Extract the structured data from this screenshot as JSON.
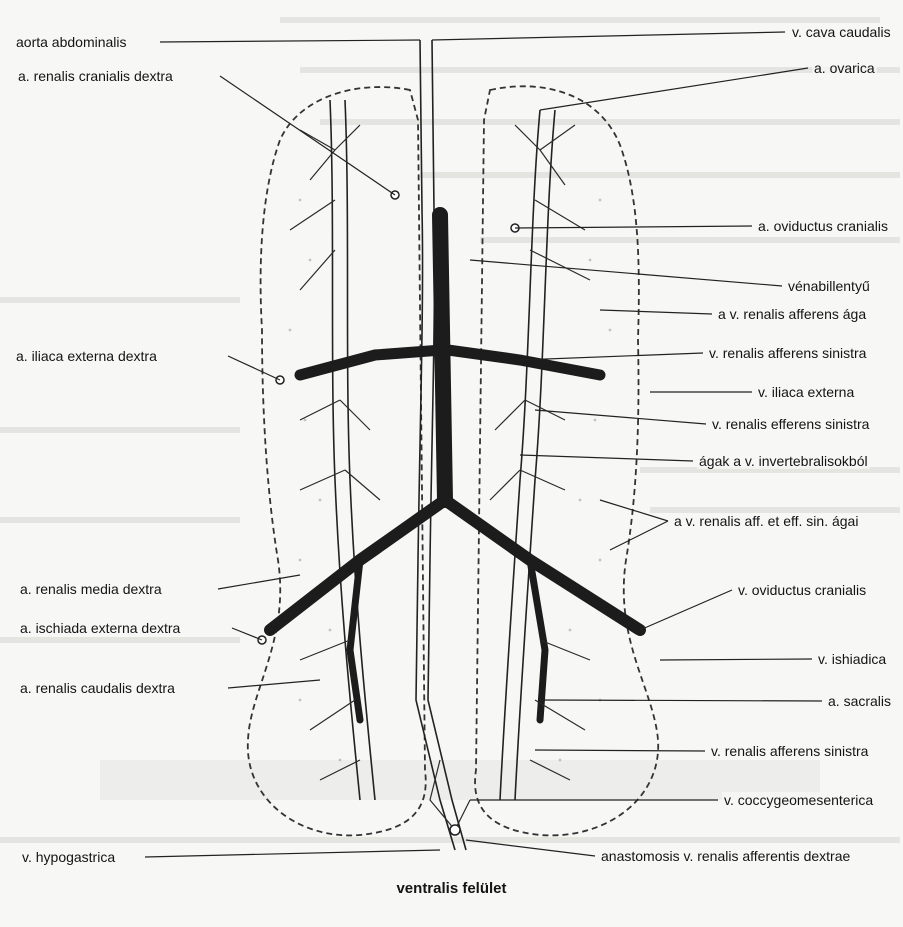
{
  "figure": {
    "caption": "ventralis felület",
    "left_labels": [
      "aorta abdominalis",
      "a. renalis cranialis dextra",
      "a. iliaca externa dextra",
      "a. renalis media dextra",
      "a. ischiada externa dextra",
      "a. renalis caudalis dextra",
      "v. hypogastrica"
    ],
    "right_labels": [
      "v. cava caudalis",
      "a. ovarica",
      "a. oviductus cranialis",
      "vénabillentyű",
      "a v. renalis afferens ága",
      "v. renalis afferens sinistra",
      "v. iliaca externa",
      "v. renalis efferens sinistra",
      "ágak a v. invertebralisokból",
      "a v. renalis aff. et eff. sin. ágai",
      "v. oviductus cranialis",
      "v. ishiadica",
      "a. sacralis",
      "v. renalis afferens sinistra",
      "v. coccygeomesenterica",
      "anastomosis v. renalis afferentis dextrae"
    ]
  }
}
